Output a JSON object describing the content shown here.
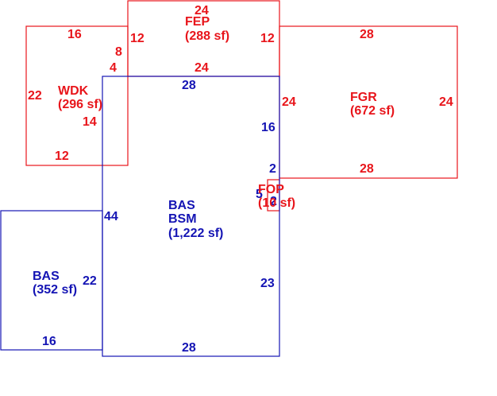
{
  "colors": {
    "red": "#e8151b",
    "blue": "#1414b4",
    "background": "#ffffff"
  },
  "areas": {
    "fep": {
      "code": "FEP",
      "size": "(288 sf)"
    },
    "wdk": {
      "code": "WDK",
      "size": "(296 sf)"
    },
    "fgr": {
      "code": "FGR",
      "size": "(672 sf)"
    },
    "fop": {
      "code": "FOP",
      "size": "(10 sf)"
    },
    "bas_main": {
      "code": "BAS",
      "code2": "BSM",
      "size": "(1,222 sf)"
    },
    "bas_side": {
      "code": "BAS",
      "size": "(352 sf)"
    }
  },
  "dimensions": {
    "fep_top": "24",
    "fep_left": "12",
    "fep_right": "12",
    "fep_bottom": "24",
    "wdk_top": "16",
    "wdk_step_a": "8",
    "wdk_step_b": "4",
    "wdk_left": "22",
    "wdk_inner": "14",
    "wdk_bottom": "12",
    "fgr_top": "28",
    "fgr_left": "24",
    "fgr_right": "24",
    "fgr_bottom": "28",
    "bas_top": "28",
    "bas_right_upper": "16",
    "bas_right_short": "2",
    "fop_left": "5",
    "fop_right": "2",
    "bas_left": "44",
    "bas_right_lower": "23",
    "bas_bottom": "28",
    "side_inner": "22",
    "side_bottom": "16"
  }
}
